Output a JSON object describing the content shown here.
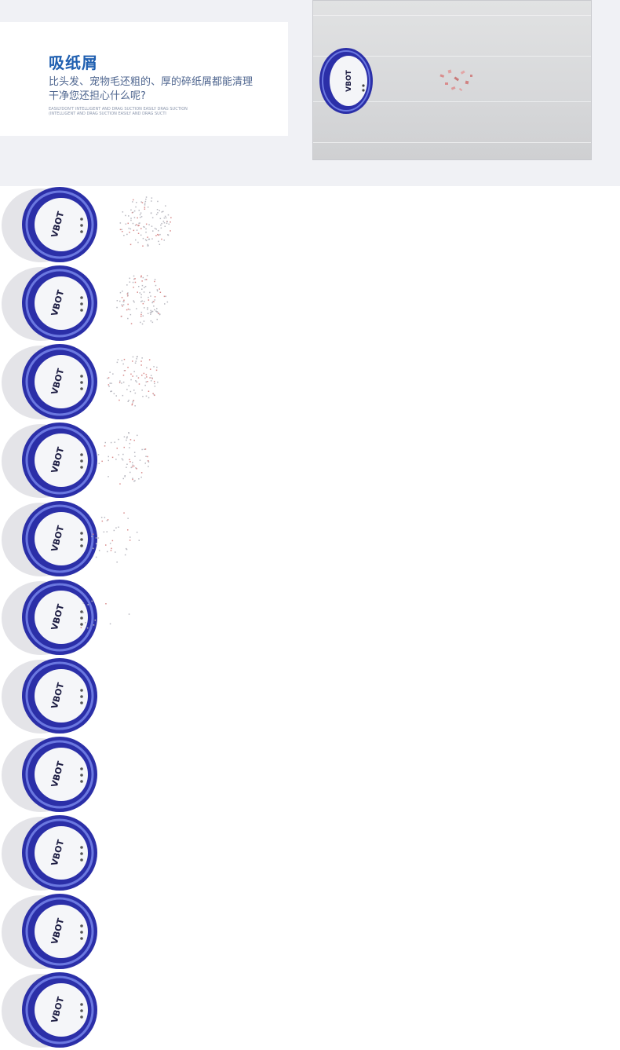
{
  "feature": {
    "title": "吸纸屑",
    "description_line1": "比头发、宠物毛还粗的、厚的碎纸屑都能清理",
    "description_line2": "干净您还担心什么呢?",
    "english_line1": "EASILYDON'T INTELLIGENT AND DRAG SUCTION EASILY DRAG SUCTION",
    "english_line2": "(INTELLIGENT AND DRAG SUCTION EASILY AND DRAG SUCTI"
  },
  "brand": {
    "logo_text": "VBOT"
  },
  "colors": {
    "title": "#1f5fb0",
    "text": "#506790",
    "robot_blue": "#2b2fa8",
    "robot_highlight": "#6b78e0",
    "debris": "#d98c8c"
  },
  "animation_frames": [
    {
      "debris_level": 1.0
    },
    {
      "debris_level": 0.9
    },
    {
      "debris_level": 0.75
    },
    {
      "debris_level": 0.55
    },
    {
      "debris_level": 0.3
    },
    {
      "debris_level": 0.1
    },
    {
      "debris_level": 0.0
    },
    {
      "debris_level": 0.0
    },
    {
      "debris_level": 0.0
    },
    {
      "debris_level": 0.0
    },
    {
      "debris_level": 0.0
    }
  ]
}
